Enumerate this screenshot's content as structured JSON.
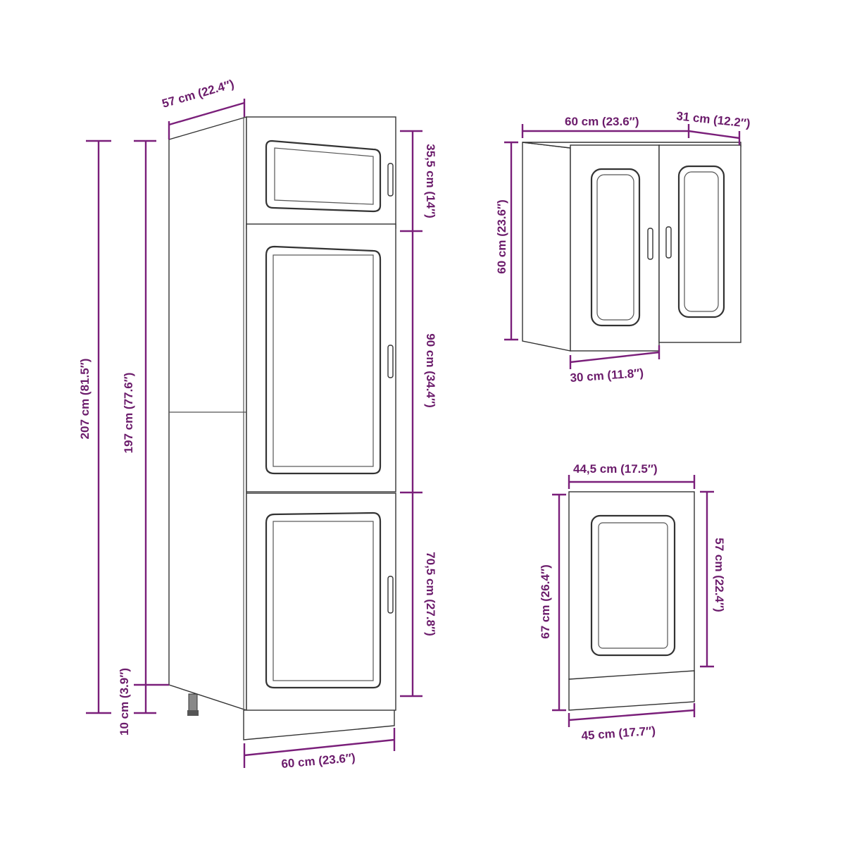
{
  "tall_cabinet": {
    "depth_label": "57 cm (22.4″)",
    "width_label": "60 cm (23.6″)",
    "total_height_label": "207 cm (81.5″)",
    "body_height_label": "197 cm (77.6″)",
    "plinth_height_label": "10 cm (3.9″)",
    "top_door_label": "35,5 cm (14″)",
    "middle_door_label": "90 cm (34.4″)",
    "bottom_door_label": "70,5 cm (27.8″)"
  },
  "wall_cabinet": {
    "width_label": "60 cm (23.6″)",
    "depth_label": "31 cm (12.2″)",
    "height_label": "60 cm (23.6″)",
    "door_width_label": "30 cm (11.8″)"
  },
  "base_cabinet": {
    "door_width_label": "44,5 cm (17.5″)",
    "total_height_label": "67 cm (26.4″)",
    "body_height_label": "57 cm (22.4″)",
    "width_label": "45 cm (17.7″)"
  },
  "colors": {
    "dimension_line": "#7a1f7a",
    "dimension_text": "#6b1b6b",
    "outline": "#333333"
  }
}
